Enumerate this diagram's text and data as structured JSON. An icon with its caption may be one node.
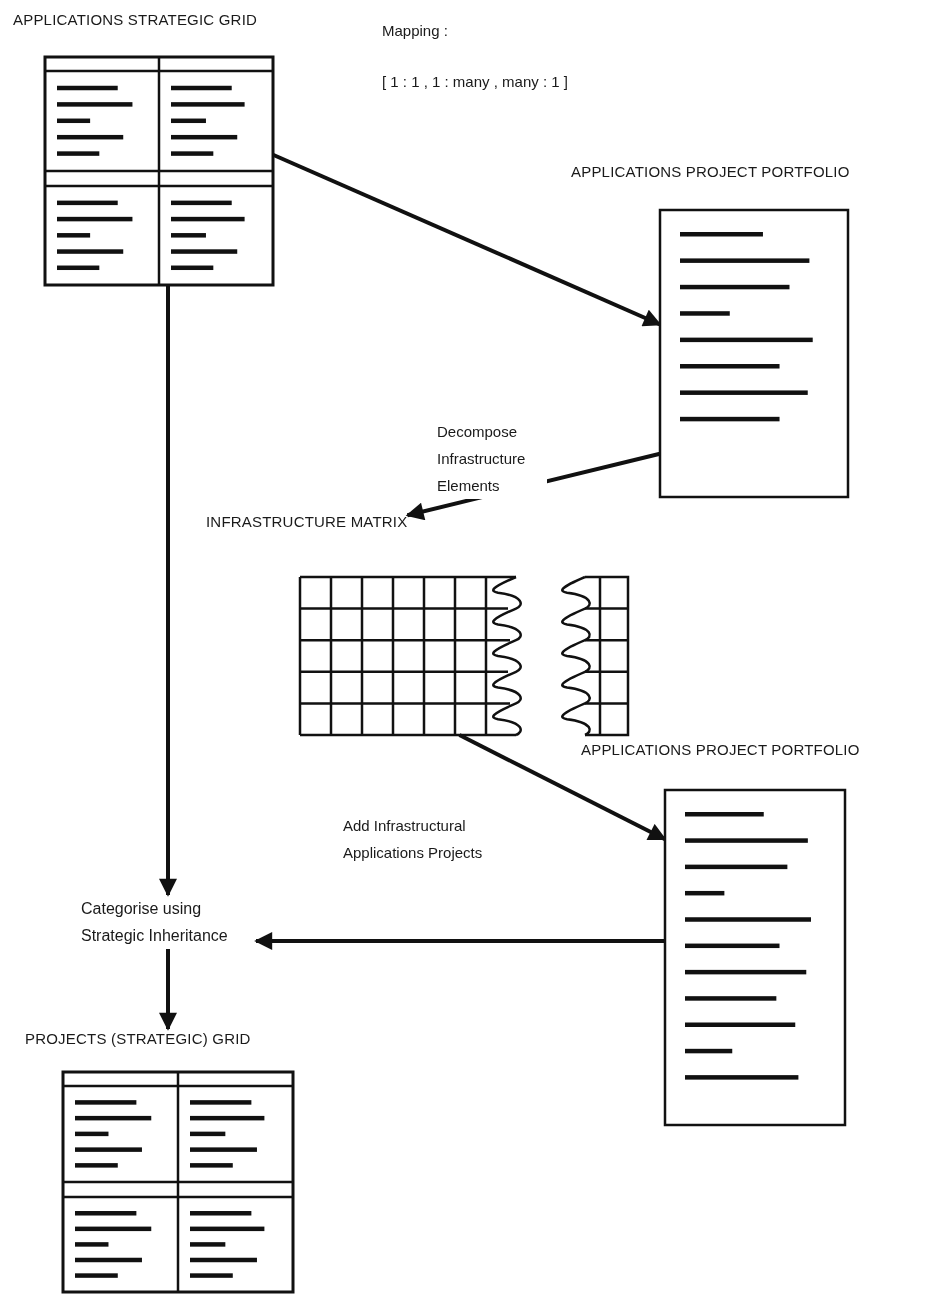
{
  "diagram": {
    "nodes": [
      {
        "text": [
          "APPLICATIONS STRATEGIC GRID"
        ]
      },
      {
        "text": [
          "APPLICATIONS PROJECT PORTFOLIO"
        ]
      },
      {
        "text": [
          "INFRASTRUCTURE MATRIX"
        ]
      },
      {
        "text": [
          "APPLICATIONS PROJECT PORTFOLIO"
        ]
      },
      {
        "text": [
          "Categorise using Strategic Inheritance"
        ]
      },
      {
        "text": [
          "PROJECTS (STRATEGIC) GRID"
        ]
      }
    ],
    "edges": [
      {
        "from": 0,
        "to": 1,
        "arrow": "to"
      },
      {
        "from": 1,
        "to": 2,
        "arrow": "to",
        "label": "Decompose Infrastructure Elements"
      },
      {
        "from": 2,
        "to": 3,
        "arrow": "to",
        "label": "Add Infrastructural Applications Projects"
      },
      {
        "from": 3,
        "to": 4,
        "arrow": "to"
      },
      {
        "from": 0,
        "to": 4,
        "arrow": "to"
      },
      {
        "from": 4,
        "to": 5,
        "arrow": "to"
      }
    ],
    "labels": [
      "Mapping :",
      "[ 1 : 1 , 1 : many , many : 1 ]"
    ]
  }
}
